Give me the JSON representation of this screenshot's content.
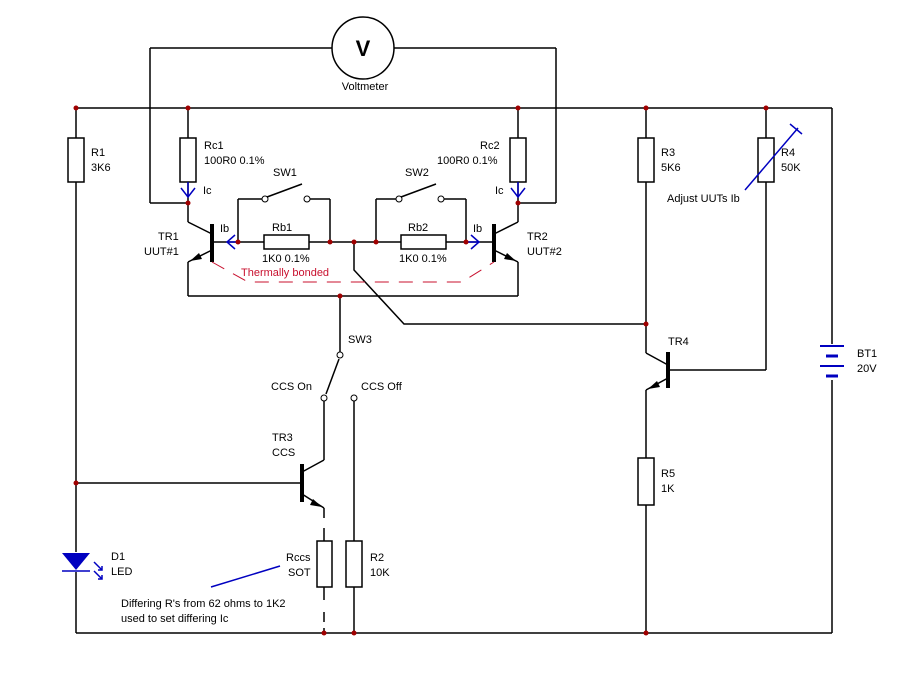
{
  "voltmeter": {
    "symbol": "V",
    "label": "Voltmeter"
  },
  "resistors": {
    "r1": {
      "name": "R1",
      "value": "3K6"
    },
    "rc1": {
      "name": "Rc1",
      "value": "100R0 0.1%"
    },
    "rc2": {
      "name": "Rc2",
      "value": "100R0 0.1%"
    },
    "rb1": {
      "name": "Rb1",
      "value": "1K0 0.1%"
    },
    "rb2": {
      "name": "Rb2",
      "value": "1K0 0.1%"
    },
    "r3": {
      "name": "R3",
      "value": "5K6"
    },
    "r4": {
      "name": "R4",
      "value": "50K",
      "note": "Adjust UUTs Ib"
    },
    "r5": {
      "name": "R5",
      "value": "1K"
    },
    "r2": {
      "name": "R2",
      "value": "10K"
    },
    "rccs": {
      "name": "Rccs",
      "value": "SOT"
    }
  },
  "transistors": {
    "tr1": {
      "name": "TR1",
      "role": "UUT#1"
    },
    "tr2": {
      "name": "TR2",
      "role": "UUT#2"
    },
    "tr3": {
      "name": "TR3",
      "role": "CCS"
    },
    "tr4": {
      "name": "TR4"
    }
  },
  "switches": {
    "sw1": "SW1",
    "sw2": "SW2",
    "sw3": "SW3",
    "ccs_on": "CCS On",
    "ccs_off": "CCS Off"
  },
  "currents": {
    "ic1": "Ic",
    "ic2": "Ic",
    "ib1": "Ib",
    "ib2": "Ib"
  },
  "thermal_note": "Thermally bonded",
  "diode": {
    "name": "D1",
    "type": "LED"
  },
  "battery": {
    "name": "BT1",
    "value": "20V"
  },
  "rccs_note": [
    "Differing R's from 62 ohms to 1K2",
    "used to set differing Ic"
  ],
  "colors": {
    "wire": "#000000",
    "current_arrow": "#0000c0",
    "thermal": "#c8102e",
    "junction": "#a00000"
  }
}
